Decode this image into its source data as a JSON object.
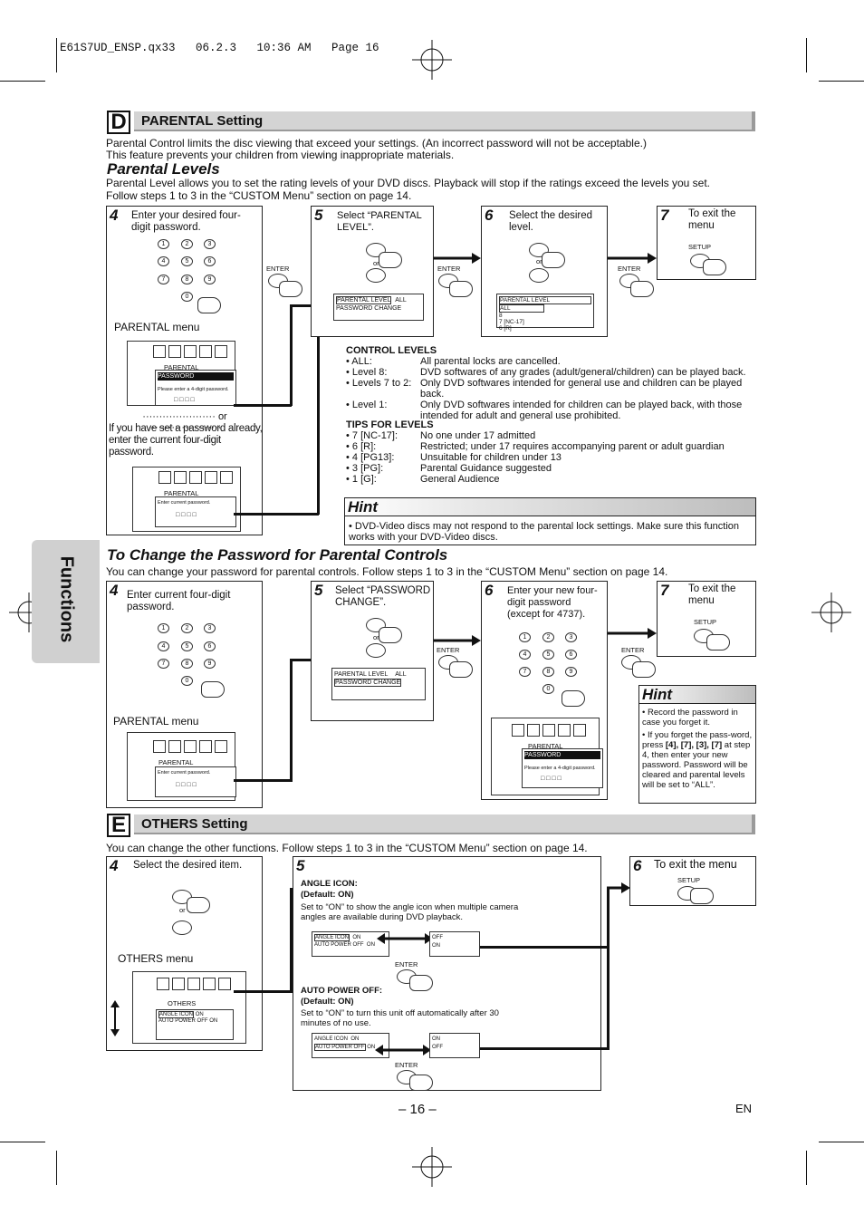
{
  "header": {
    "file_line": "E61S7UD_ENSP.qx33   06.2.3   10:36 AM   Page 16"
  },
  "side_tab": {
    "label": "Functions"
  },
  "section_d": {
    "letter": "D",
    "title": "PARENTAL Setting",
    "intro1": "Parental Control limits the disc viewing that exceed your settings. (An incorrect password will not be acceptable.)",
    "intro2": "This feature prevents your children from viewing inappropriate materials.",
    "sub1": "Parental Levels",
    "sub1_text1": "Parental Level allows you to set the rating levels of your DVD discs. Playback will stop if the ratings exceed the levels you set.",
    "sub1_text2": "Follow steps 1 to 3 in the “CUSTOM Menu” section on page 14."
  },
  "pl_steps": {
    "s4": {
      "num": "4",
      "caption": "Enter your desired four-digit password.",
      "menu_label": "PARENTAL menu",
      "or_label": "or",
      "alt_caption": "If you have set a password already, enter the current four-digit password."
    },
    "s5": {
      "num": "5",
      "caption": "Select “PARENTAL LEVEL”.",
      "or": "or",
      "enter": "ENTER"
    },
    "s6": {
      "num": "6",
      "caption": "Select the desired level.",
      "or": "or",
      "enter": "ENTER"
    },
    "s7": {
      "num": "7",
      "caption": "To exit the menu",
      "setup": "SETUP",
      "enter": "ENTER"
    }
  },
  "osd": {
    "parental": "PARENTAL",
    "password": "PASSWORD",
    "please": "Please enter a 4-digit password.",
    "current": "Enter current password.",
    "dots": "□ □ □ □",
    "parental_level": "PARENTAL LEVEL",
    "all": "ALL",
    "password_change": "PASSWORD CHANGE",
    "level_list": [
      "ALL",
      "8",
      "7 [NC-17]",
      "6 [R]"
    ],
    "others": "OTHERS",
    "angle_icon": "ANGLE ICON",
    "auto_power_off": "AUTO POWER OFF",
    "on": "ON",
    "off": "OFF"
  },
  "keypad": [
    "1",
    "2",
    "3",
    "4",
    "5",
    "6",
    "7",
    "8",
    "9",
    "0"
  ],
  "control_levels": {
    "title": "CONTROL LEVELS",
    "rows": [
      {
        "k": "• ALL:",
        "v": "All parental locks are cancelled."
      },
      {
        "k": "• Level 8:",
        "v": "DVD softwares of any grades (adult/general/children) can be played back."
      },
      {
        "k": "• Levels 7 to 2:",
        "v": "Only DVD softwares intended for general use and children can be played back."
      },
      {
        "k": "• Level 1:",
        "v": "Only DVD softwares intended for children can be played back, with those intended for adult and general use prohibited."
      }
    ],
    "tips_title": "TIPS FOR LEVELS",
    "tips": [
      {
        "k": "• 7 [NC-17]:",
        "v": "No one under 17 admitted"
      },
      {
        "k": "• 6 [R]:",
        "v": "Restricted; under 17 requires accompanying parent or adult guardian"
      },
      {
        "k": "• 4 [PG13]:",
        "v": "Unsuitable for children under 13"
      },
      {
        "k": "• 3 [PG]:",
        "v": "Parental Guidance suggested"
      },
      {
        "k": "• 1 [G]:",
        "v": "General Audience"
      }
    ]
  },
  "hint1": {
    "title": "Hint",
    "text": "• DVD-Video discs may not respond to the parental lock settings. Make sure this function works with your DVD-Video discs."
  },
  "pw_section": {
    "sub2": "To Change the Password for Parental Controls",
    "text": "You can change your password for parental controls. Follow steps 1 to 3 in the “CUSTOM Menu” section on page 14."
  },
  "pw_steps": {
    "s4": {
      "num": "4",
      "caption": "Enter current four-digit password.",
      "menu_label": "PARENTAL menu"
    },
    "s5": {
      "num": "5",
      "caption": "Select “PASSWORD CHANGE”.",
      "or": "or",
      "enter": "ENTER"
    },
    "s6": {
      "num": "6",
      "caption": "Enter your new four-digit password (except for 4737).",
      "enter": "ENTER"
    },
    "s7": {
      "num": "7",
      "caption": "To exit the menu",
      "setup": "SETUP"
    }
  },
  "hint2": {
    "title": "Hint",
    "b1": "• Record the password in case you forget it.",
    "b2a": "• If you forget the pass-word, press ",
    "b2b": "[4], [7], [3], [7]",
    "b2c": " at step 4, then enter your new password. Password will be cleared and parental levels will be set to “ALL”."
  },
  "section_e": {
    "letter": "E",
    "title": "OTHERS Setting",
    "intro": "You can change the other functions. Follow steps 1 to 3 in the “CUSTOM Menu” section on page 14."
  },
  "ot_steps": {
    "s4": {
      "num": "4",
      "caption": "Select the desired item.",
      "or": "or",
      "menu_label": "OTHERS menu"
    },
    "s5": {
      "num": "5",
      "angle_title": "ANGLE ICON:",
      "angle_default": "(Default: ON)",
      "angle_text": "Set to “ON” to show the angle icon when multiple camera angles are available during DVD playback.",
      "apo_title": "AUTO POWER OFF:",
      "apo_default": "(Default: ON)",
      "apo_text": "Set to “ON” to turn this unit off automatically after 30 minutes of no use.",
      "enter": "ENTER"
    },
    "s6": {
      "num": "6",
      "caption": "To exit the menu",
      "setup": "SETUP"
    }
  },
  "footer": {
    "page": "– 16 –",
    "lang": "EN"
  }
}
